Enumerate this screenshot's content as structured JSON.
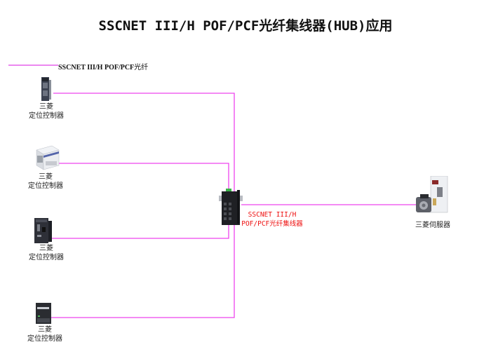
{
  "title": "SSCNET III/H POF/PCF光纤集线器(HUB)应用",
  "legend": {
    "label_latin": "SSCNET III/H POF/PCF",
    "label_cn": "光纤",
    "line_color": "#e040e8"
  },
  "controllers": [
    {
      "line1": "三菱",
      "line2": "定位控制器",
      "icon": "motion-module-icon"
    },
    {
      "line1": "三菱",
      "line2": "定位控制器",
      "icon": "compact-plc-icon"
    },
    {
      "line1": "三菱",
      "line2": "定位控制器",
      "icon": "cpu-module-icon"
    },
    {
      "line1": "三菱",
      "line2": "定位控制器",
      "icon": "small-controller-icon"
    }
  ],
  "hub": {
    "line1": "SSCNET III/H",
    "line2": "POF/PCF光纤集线器",
    "label_color": "#e11111"
  },
  "servo": {
    "label": "三菱伺服器"
  }
}
